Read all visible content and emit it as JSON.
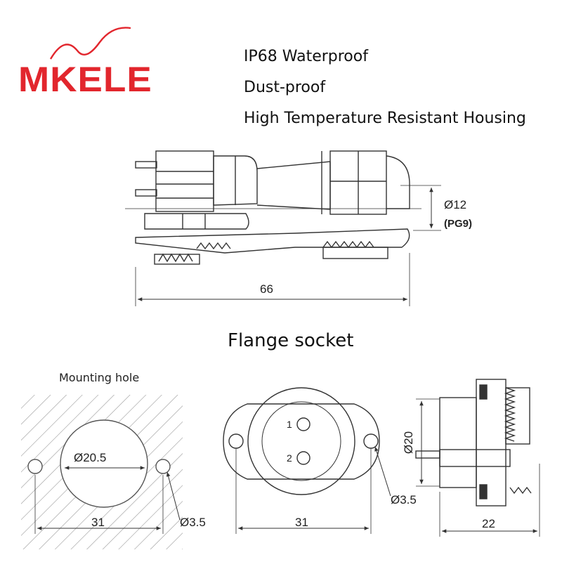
{
  "brand": {
    "logo_text": "MKELE",
    "logo_color": "#e2262d"
  },
  "features": [
    "IP68 Waterproof",
    "Dust-proof",
    "High Temperature Resistant Housing"
  ],
  "plug_dims": {
    "diameter": "Ø12",
    "thread": "(PG9)",
    "length": "66"
  },
  "section_title": "Flange socket",
  "mounting": {
    "label": "Mounting hole",
    "hole_diameter": "Ø20.5",
    "pitch": "31",
    "screw_hole": "Ø3.5"
  },
  "socket_front": {
    "pin_1": "1",
    "pin_2": "2",
    "pitch": "31",
    "screw_hole": "Ø3.5"
  },
  "socket_side": {
    "diameter": "Ø20",
    "length": "22"
  }
}
